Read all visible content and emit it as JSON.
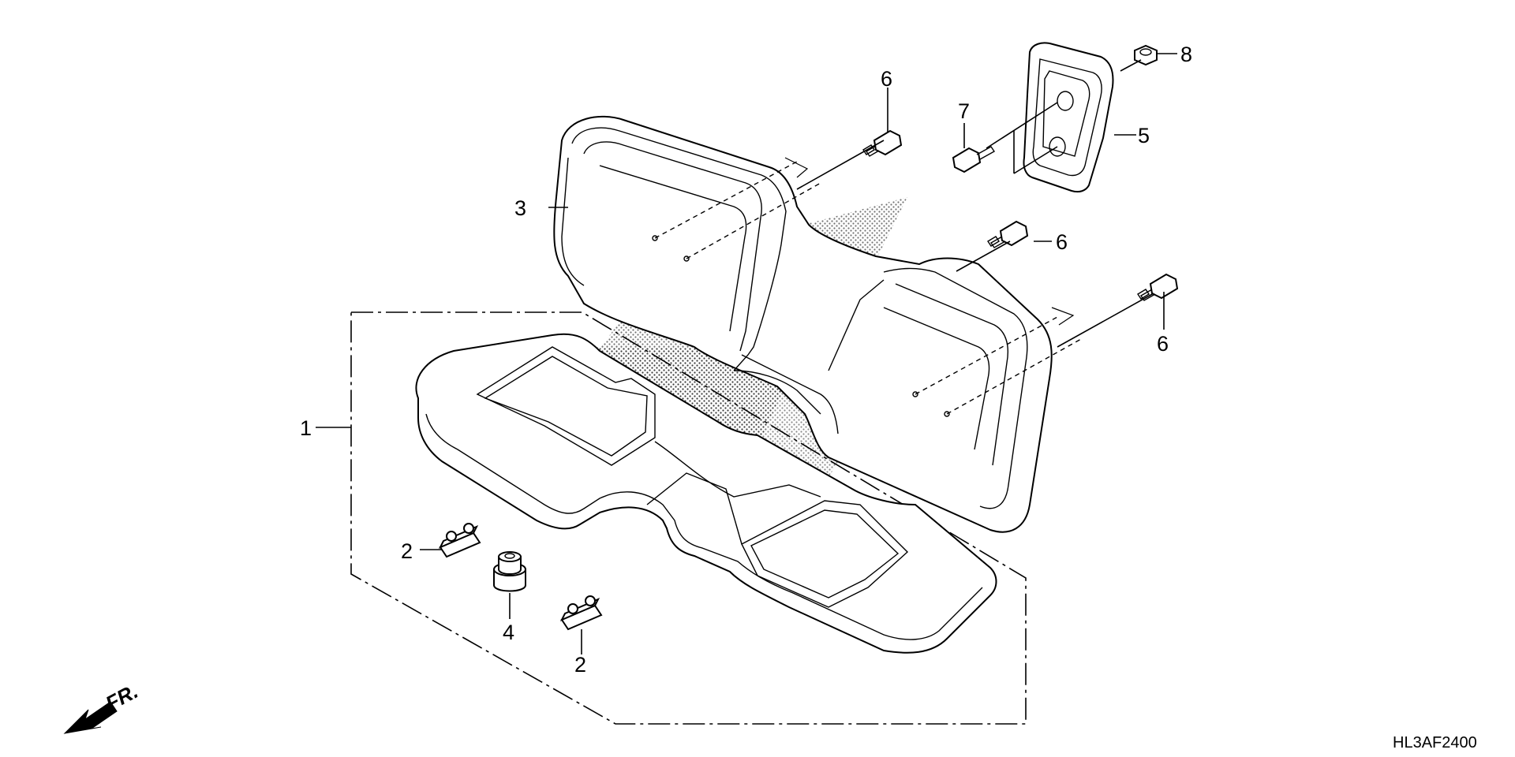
{
  "callouts": {
    "p1": "1",
    "p2a": "2",
    "p2b": "2",
    "p3": "3",
    "p4": "4",
    "p5": "5",
    "p6a": "6",
    "p6b": "6",
    "p6c": "6",
    "p7": "7",
    "p8": "8"
  },
  "direction": {
    "label": "FR."
  },
  "drawing_code": "HL3AF2400"
}
